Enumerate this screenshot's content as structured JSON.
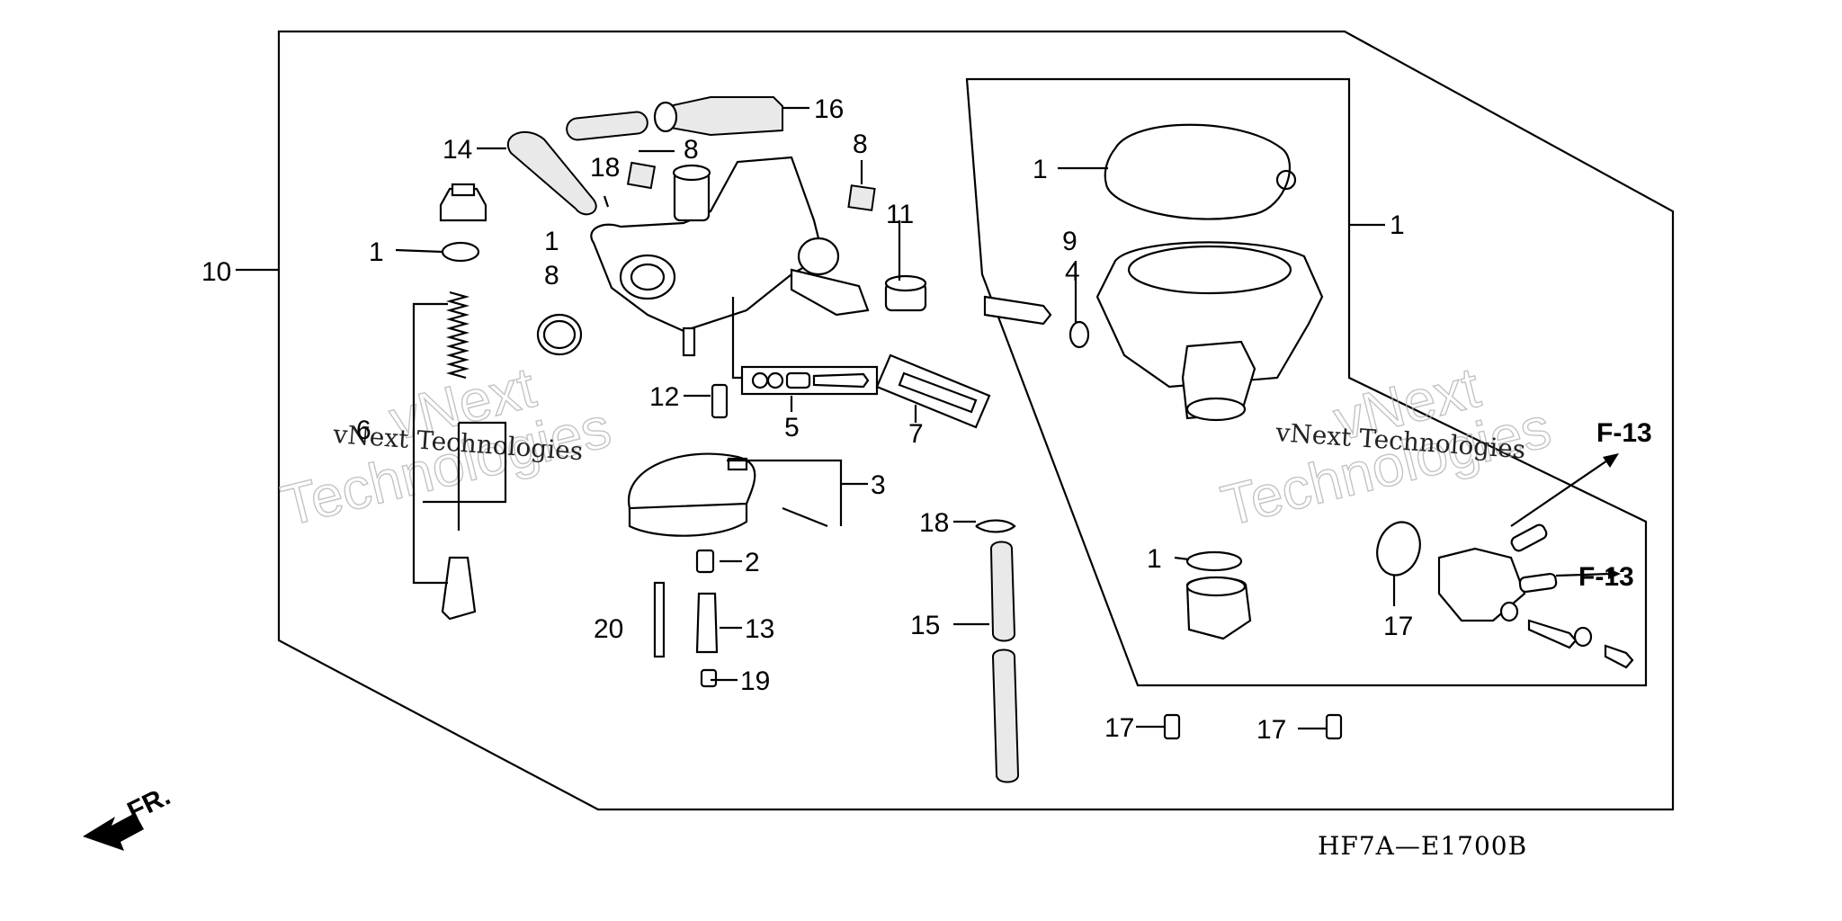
{
  "diagram": {
    "code": "HF7A—E1700B",
    "front_label": "FR.",
    "refs": [
      "F-13",
      "F-13"
    ],
    "watermark": {
      "brand": "vNext",
      "word": "Technologies",
      "caption": "vNext Technologies"
    },
    "callouts": [
      "16",
      "14",
      "8",
      "18",
      "8",
      "1",
      "1",
      "8",
      "11",
      "10",
      "12",
      "5",
      "7",
      "6",
      "3",
      "2",
      "13",
      "20",
      "19",
      "18",
      "15",
      "1",
      "9",
      "4",
      "1",
      "1",
      "17",
      "17"
    ]
  }
}
